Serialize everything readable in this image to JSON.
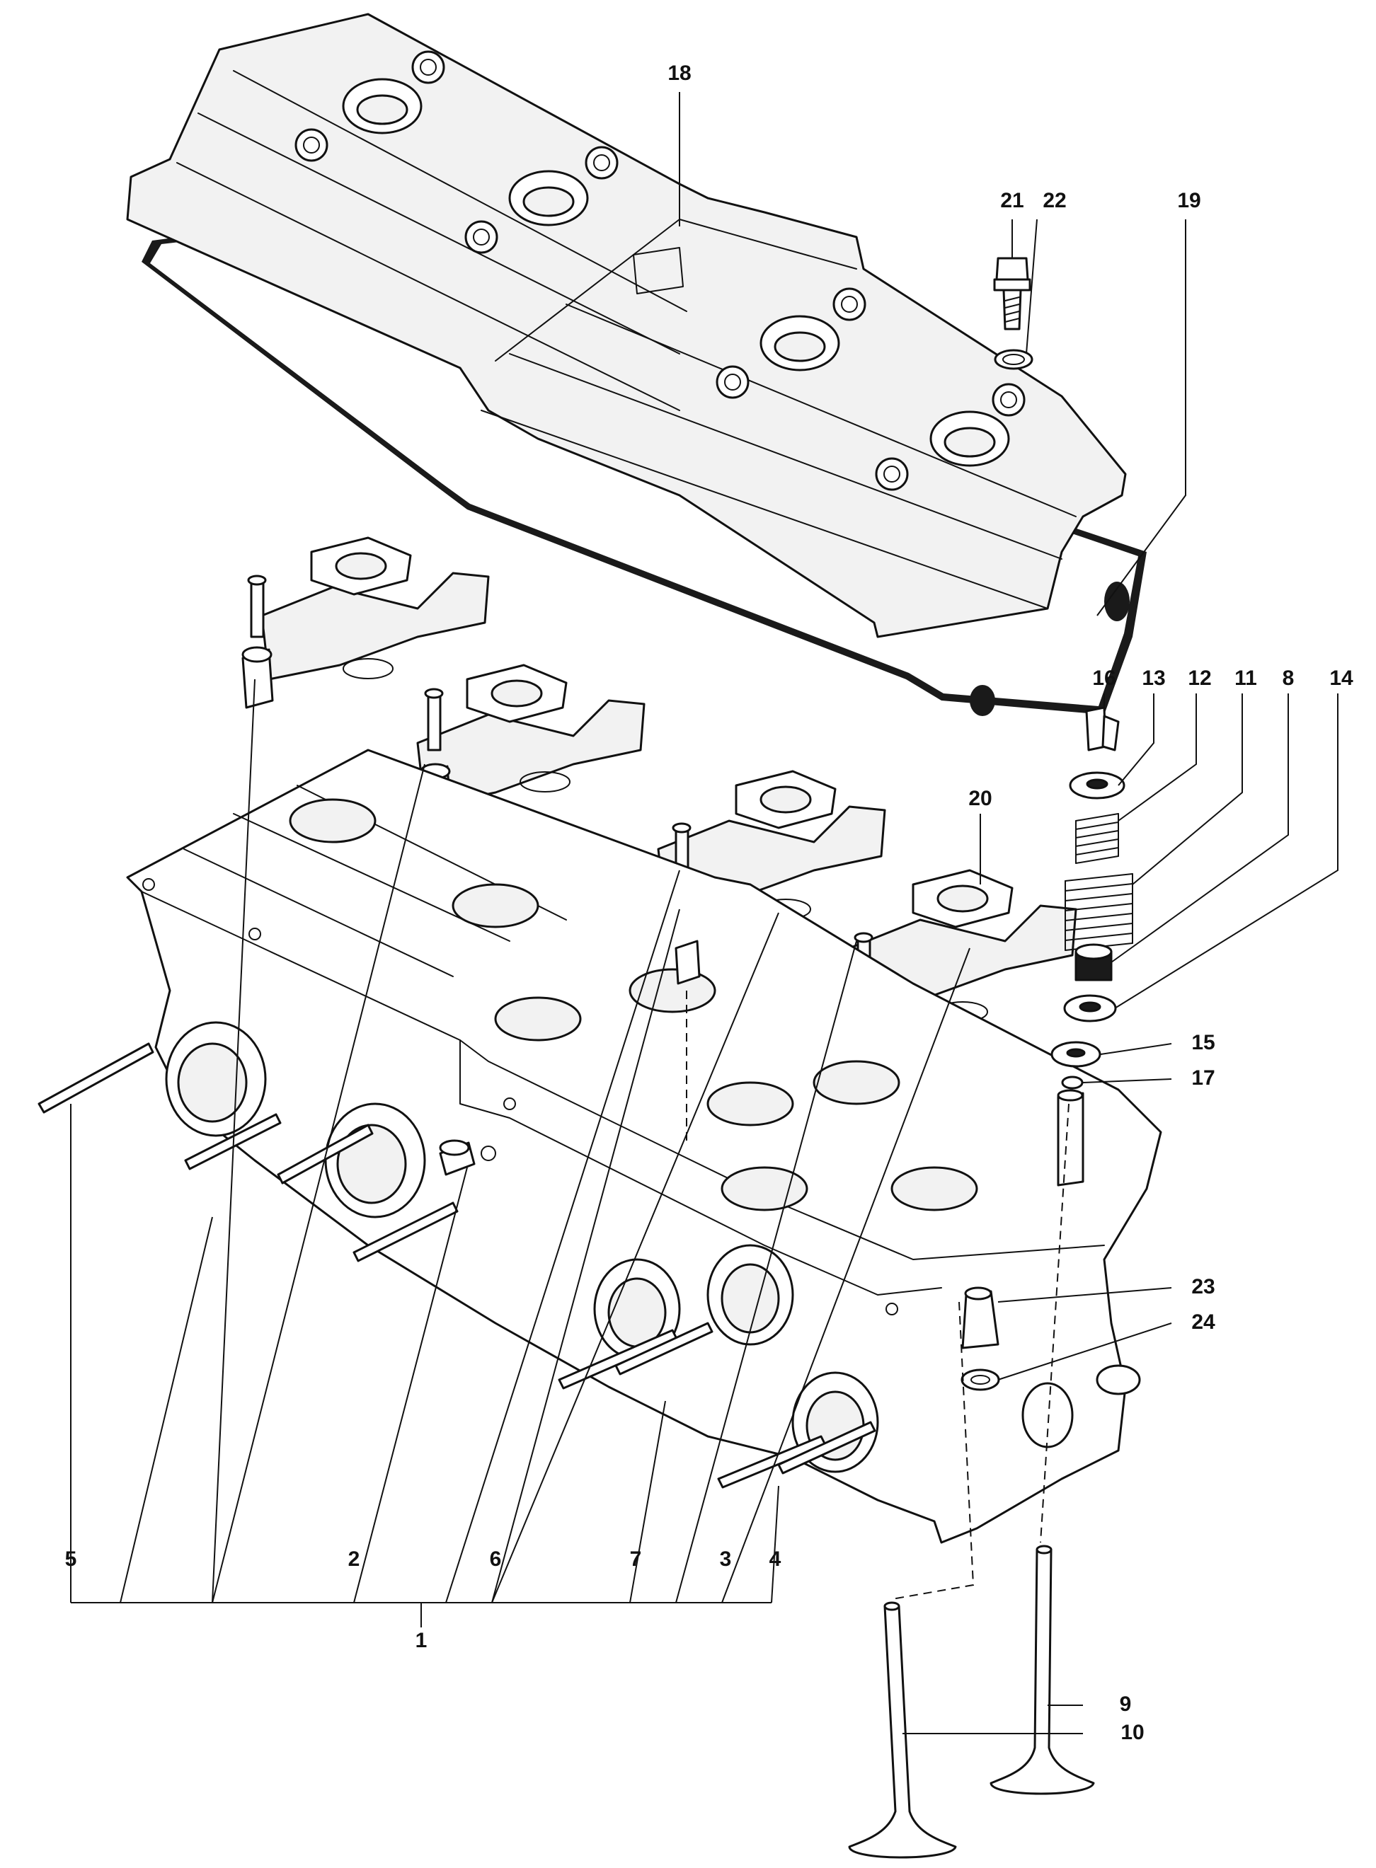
{
  "labels": {
    "l1": "1",
    "l2": "2",
    "l3": "3",
    "l4": "4",
    "l5": "5",
    "l6": "6",
    "l7": "7",
    "l8": "8",
    "l9": "9",
    "l10": "10",
    "l11": "11",
    "l12": "12",
    "l13": "13",
    "l14": "14",
    "l15": "15",
    "l16": "16",
    "l17": "17",
    "l18": "18",
    "l19": "19",
    "l20": "20",
    "l21": "21",
    "l22": "22",
    "l23": "23",
    "l24": "24"
  }
}
